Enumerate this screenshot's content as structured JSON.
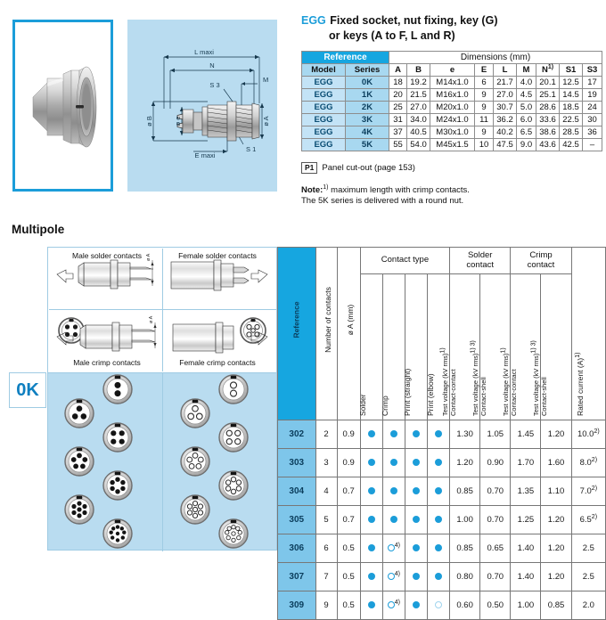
{
  "top": {
    "heading": {
      "code": "EGG",
      "line1": "Fixed socket, nut fixing, key (G)",
      "line2": "or keys (A to F, L and R)"
    },
    "dim_table": {
      "group_headers": [
        "Reference",
        "Dimensions (mm)"
      ],
      "sub_headers": [
        "Model",
        "Series",
        "A",
        "B",
        "e",
        "E",
        "L",
        "M",
        "N",
        "S1",
        "S3"
      ],
      "n_footnote": "1)",
      "rows": [
        {
          "model": "EGG",
          "series": "0K",
          "A": "18",
          "B": "19.2",
          "e": "M14x1.0",
          "E": "6",
          "L": "21.7",
          "M": "4.0",
          "N": "20.1",
          "S1": "12.5",
          "S3": "17"
        },
        {
          "model": "EGG",
          "series": "1K",
          "A": "20",
          "B": "21.5",
          "e": "M16x1.0",
          "E": "9",
          "L": "27.0",
          "M": "4.5",
          "N": "25.1",
          "S1": "14.5",
          "S3": "19"
        },
        {
          "model": "EGG",
          "series": "2K",
          "A": "25",
          "B": "27.0",
          "e": "M20x1.0",
          "E": "9",
          "L": "30.7",
          "M": "5.0",
          "N": "28.6",
          "S1": "18.5",
          "S3": "24"
        },
        {
          "model": "EGG",
          "series": "3K",
          "A": "31",
          "B": "34.0",
          "e": "M24x1.0",
          "E": "11",
          "L": "36.2",
          "M": "6.0",
          "N": "33.6",
          "S1": "22.5",
          "S3": "30"
        },
        {
          "model": "EGG",
          "series": "4K",
          "A": "37",
          "B": "40.5",
          "e": "M30x1.0",
          "E": "9",
          "L": "40.2",
          "M": "6.5",
          "N": "38.6",
          "S1": "28.5",
          "S3": "36"
        },
        {
          "model": "EGG",
          "series": "5K",
          "A": "55",
          "B": "54.0",
          "e": "M45x1.5",
          "E": "10",
          "L": "47.5",
          "M": "9.0",
          "N": "43.6",
          "S1": "42.5",
          "S3": "–"
        }
      ]
    },
    "panel_cutout": {
      "badge": "P1",
      "text": "Panel cut-out (page 153)"
    },
    "note": {
      "label": "Note:",
      "marker": "1)",
      "line1": " maximum length with crimp contacts.",
      "line2": "The 5K series is delivered with a round nut."
    },
    "drawing_labels": {
      "l_maxi": "L maxi",
      "n": "N",
      "s3": "S 3",
      "m": "M",
      "dia_b": "ø B",
      "dia_e": "ø e",
      "dia_a": "ø A",
      "e_maxi": "E maxi",
      "s1": "S 1"
    }
  },
  "multipole": {
    "title": "Multipole",
    "series_badge": "0K",
    "contact_quadrants": [
      "Male solder contacts",
      "Female solder contacts",
      "Male crimp contacts",
      "Female crimp contacts"
    ],
    "pin_counts": [
      2,
      3,
      4,
      5,
      6,
      7,
      9
    ],
    "table": {
      "group_headers": [
        {
          "label": "Contact type",
          "span": 4
        },
        {
          "label": "Solder\ncontact",
          "span": 2
        },
        {
          "label": "Crimp\ncontact",
          "span": 2
        }
      ],
      "solder_contact_label": "Solder contact",
      "crimp_contact_label": "Crimp contact",
      "contact_type_label": "Contact type",
      "vertical_headers": [
        "Reference",
        "Number of contacts",
        "ø A (mm)",
        "Solder",
        "Crimp",
        "Print (straight)",
        "Print (elbow)",
        "Test voltage (kV rms)",
        "Contact-contact",
        "Test voltage (kV rms)",
        "Contact-shell",
        "Test voltage (kV rms)",
        "Contact-contact",
        "Test voltage (kV rms)",
        "Contact-shell",
        "Rated current (A)"
      ],
      "headers": {
        "reference": "Reference",
        "number_of_contacts": "Number of contacts",
        "dia_a": "ø A (mm)",
        "solder": "Solder",
        "crimp": "Crimp",
        "print_straight": "Print (straight)",
        "print_elbow": "Print (elbow)",
        "sc_cc_l1": "Test voltage (kV rms)",
        "sc_cc_fn": "1)",
        "sc_cc_l2": "Contact-contact",
        "sc_cs_l1": "Test voltage (kV rms)",
        "sc_cs_fn": "1) 3)",
        "sc_cs_l2": "Contact-shell",
        "cc_cc_l1": "Test voltage (kV rms)",
        "cc_cc_fn": "1)",
        "cc_cc_l2": "Contact-contact",
        "cc_cs_l1": "Test voltage (kV rms)",
        "cc_cs_fn": "1) 3)",
        "cc_cs_l2": "Contact-shell",
        "rated_current": "Rated current (A)",
        "rated_current_fn": "1)"
      },
      "rows": [
        {
          "reference": "302",
          "contacts": "2",
          "dia_a": "0.9",
          "solder": "filled",
          "crimp": "filled",
          "crimp_fn": "",
          "print_straight": "filled",
          "print_elbow": "filled",
          "sc_cc": "1.30",
          "sc_cs": "1.05",
          "cc_cc": "1.45",
          "cc_cs": "1.20",
          "rated": "10.0",
          "rated_fn": "2)"
        },
        {
          "reference": "303",
          "contacts": "3",
          "dia_a": "0.9",
          "solder": "filled",
          "crimp": "filled",
          "crimp_fn": "",
          "print_straight": "filled",
          "print_elbow": "filled",
          "sc_cc": "1.20",
          "sc_cs": "0.90",
          "cc_cc": "1.70",
          "cc_cs": "1.60",
          "rated": "8.0",
          "rated_fn": "2)"
        },
        {
          "reference": "304",
          "contacts": "4",
          "dia_a": "0.7",
          "solder": "filled",
          "crimp": "filled",
          "crimp_fn": "",
          "print_straight": "filled",
          "print_elbow": "filled",
          "sc_cc": "0.85",
          "sc_cs": "0.70",
          "cc_cc": "1.35",
          "cc_cs": "1.10",
          "rated": "7.0",
          "rated_fn": "2)"
        },
        {
          "reference": "305",
          "contacts": "5",
          "dia_a": "0.7",
          "solder": "filled",
          "crimp": "filled",
          "crimp_fn": "",
          "print_straight": "filled",
          "print_elbow": "filled",
          "sc_cc": "1.00",
          "sc_cs": "0.70",
          "cc_cc": "1.25",
          "cc_cs": "1.20",
          "rated": "6.5",
          "rated_fn": "2)"
        },
        {
          "reference": "306",
          "contacts": "6",
          "dia_a": "0.5",
          "solder": "filled",
          "crimp": "open",
          "crimp_fn": "4)",
          "print_straight": "filled",
          "print_elbow": "filled",
          "sc_cc": "0.85",
          "sc_cs": "0.65",
          "cc_cc": "1.40",
          "cc_cs": "1.20",
          "rated": "2.5",
          "rated_fn": ""
        },
        {
          "reference": "307",
          "contacts": "7",
          "dia_a": "0.5",
          "solder": "filled",
          "crimp": "open",
          "crimp_fn": "4)",
          "print_straight": "filled",
          "print_elbow": "filled",
          "sc_cc": "0.80",
          "sc_cs": "0.70",
          "cc_cc": "1.40",
          "cc_cs": "1.20",
          "rated": "2.5",
          "rated_fn": ""
        },
        {
          "reference": "309",
          "contacts": "9",
          "dia_a": "0.5",
          "solder": "filled",
          "crimp": "open",
          "crimp_fn": "4)",
          "print_straight": "filled",
          "print_elbow": "open-pale",
          "sc_cc": "0.60",
          "sc_cs": "0.50",
          "cc_cc": "1.00",
          "cc_cs": "0.85",
          "rated": "2.0",
          "rated_fn": ""
        }
      ]
    }
  },
  "colors": {
    "accent_blue": "#16a6e0",
    "header_blue": "#1b9dd9",
    "panel_blue": "#b9dcf0",
    "row_blue": "#7ec6ea",
    "subheader_blue": "#a8d8f0",
    "cell_blue": "#c3e3f6",
    "border_gray": "#777777"
  }
}
